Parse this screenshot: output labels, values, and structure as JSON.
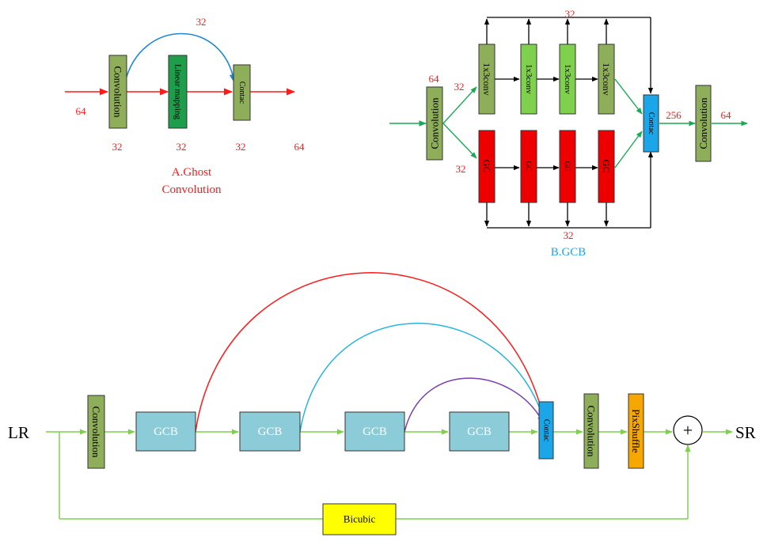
{
  "ghost": {
    "title_line1": "A.Ghost",
    "title_line2": "Convolution",
    "blocks": [
      "Convolution",
      "Linear mapping",
      "Contac"
    ],
    "skip_label": "32",
    "input_label": "64",
    "bottom_labels": [
      "32",
      "32",
      "32",
      "64"
    ]
  },
  "gcb": {
    "title": "B.GCB",
    "input_conv": "Convolution",
    "conv_top_label": "64",
    "branch_top_label": "32",
    "branch_bottom_label": "32",
    "top_blocks": [
      "1x3conv",
      "1x3conv",
      "1x3conv",
      "1x3conv"
    ],
    "bottom_blocks": [
      "GC",
      "GC",
      "GC",
      "GC"
    ],
    "concat": "Contac",
    "out_conv": "Convolution",
    "concat_out_label": "256",
    "output_label": "64",
    "top_bus_label": "32",
    "bottom_bus_label": "32"
  },
  "net": {
    "input": "LR",
    "output": "SR",
    "conv_in": "Convolution",
    "gcb_blocks": [
      "GCB",
      "GCB",
      "GCB",
      "GCB"
    ],
    "concat": "Contac",
    "conv_out": "Convolution",
    "pixshuffle": "PixShuffle",
    "plus": "+",
    "bicubic": "Bicubic"
  },
  "colors": {
    "red": "#ff1a1a",
    "green": "#7fd14d",
    "dark_green": "#1aaa55",
    "olive_box": "#8fae5a",
    "linear_box": "#1e9e4a",
    "gcb_box": "#8ccbd8",
    "concat_box": "#1aa6e8",
    "gc_box": "#ee0000",
    "pix_box": "#f7a800",
    "bicubic_box": "#ffff00",
    "blue_arc": "#1e88d4",
    "cyan_arc": "#27b4e0",
    "purple_arc": "#7a3fb0"
  }
}
